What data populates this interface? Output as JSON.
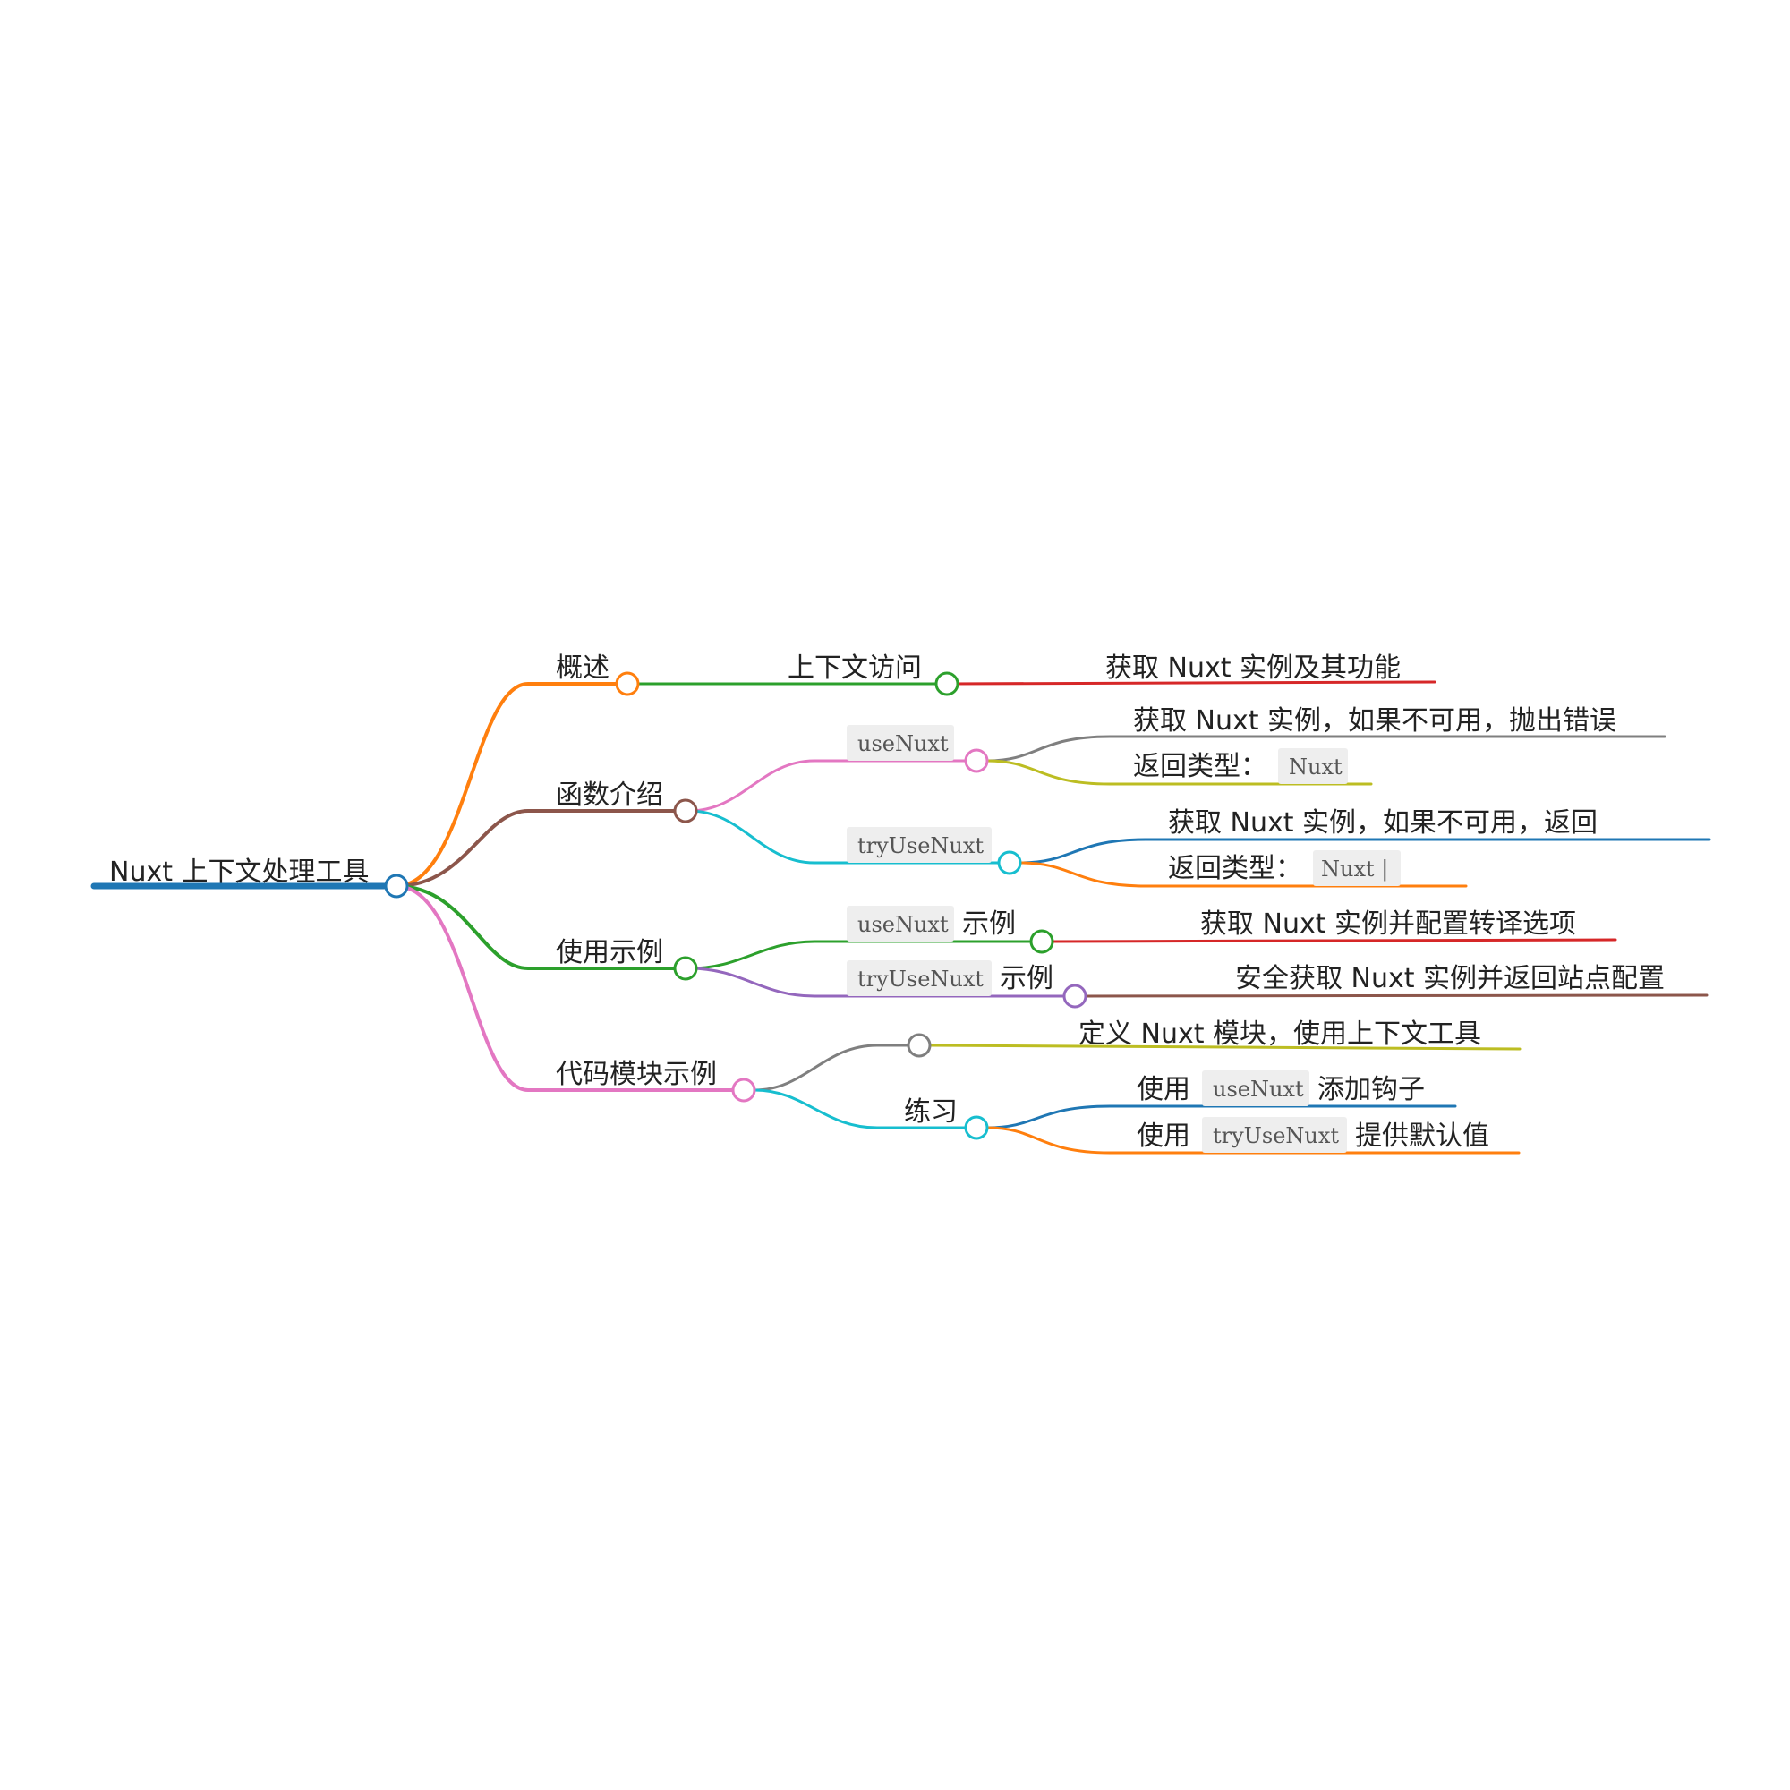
{
  "root": {
    "label": "Nuxt 上下文处理工具",
    "color": "#1f77b4"
  },
  "branches": [
    {
      "key": "overview",
      "label": "概述",
      "color": "#ff7f0e"
    },
    {
      "key": "functions",
      "label": "函数介绍",
      "color": "#8c564b"
    },
    {
      "key": "usage",
      "label": "使用示例",
      "color": "#2ca02c"
    },
    {
      "key": "module",
      "label": "代码模块示例",
      "color": "#e377c2"
    }
  ],
  "nodes": {
    "context_access": {
      "label": "上下文访问",
      "color": "#2ca02c"
    },
    "context_access_desc": {
      "label": "获取 Nuxt 实例及其功能",
      "color": "#d62728"
    },
    "use_nuxt": {
      "code": "useNuxt",
      "color": "#e377c2"
    },
    "use_nuxt_desc": {
      "label": "获取 Nuxt 实例，如果不可用，抛出错误",
      "color": "#7f7f7f"
    },
    "use_nuxt_return": {
      "label": "返回类型：",
      "code": "Nuxt",
      "color": "#bcbd22"
    },
    "try_use_nuxt": {
      "code": "tryUseNuxt",
      "color": "#17becf"
    },
    "try_use_nuxt_desc": {
      "label": "获取 Nuxt 实例，如果不可用，返回",
      "color": "#1f77b4"
    },
    "try_use_nuxt_return": {
      "label": "返回类型：",
      "code": "Nuxt |",
      "color": "#ff7f0e"
    },
    "use_nuxt_example": {
      "code": "useNuxt",
      "suffix": "示例",
      "color": "#2ca02c"
    },
    "use_nuxt_example_desc": {
      "label": "获取 Nuxt 实例并配置转译选项",
      "color": "#d62728"
    },
    "try_use_nuxt_example": {
      "code": "tryUseNuxt",
      "suffix": "示例",
      "color": "#9467bd"
    },
    "try_use_nuxt_example_desc": {
      "label": "安全获取 Nuxt 实例并返回站点配置",
      "color": "#8c564b"
    },
    "module_unnamed": {
      "label": "",
      "color": "#7f7f7f"
    },
    "module_unnamed_desc": {
      "label": "定义 Nuxt 模块，使用上下文工具",
      "color": "#bcbd22"
    },
    "exercise": {
      "label": "练习",
      "color": "#17becf"
    },
    "exercise_1": {
      "prefix": "使用",
      "code": "useNuxt",
      "suffix": "添加钩子",
      "color": "#1f77b4"
    },
    "exercise_2": {
      "prefix": "使用",
      "code": "tryUseNuxt",
      "suffix": "提供默认值",
      "color": "#ff7f0e"
    }
  }
}
